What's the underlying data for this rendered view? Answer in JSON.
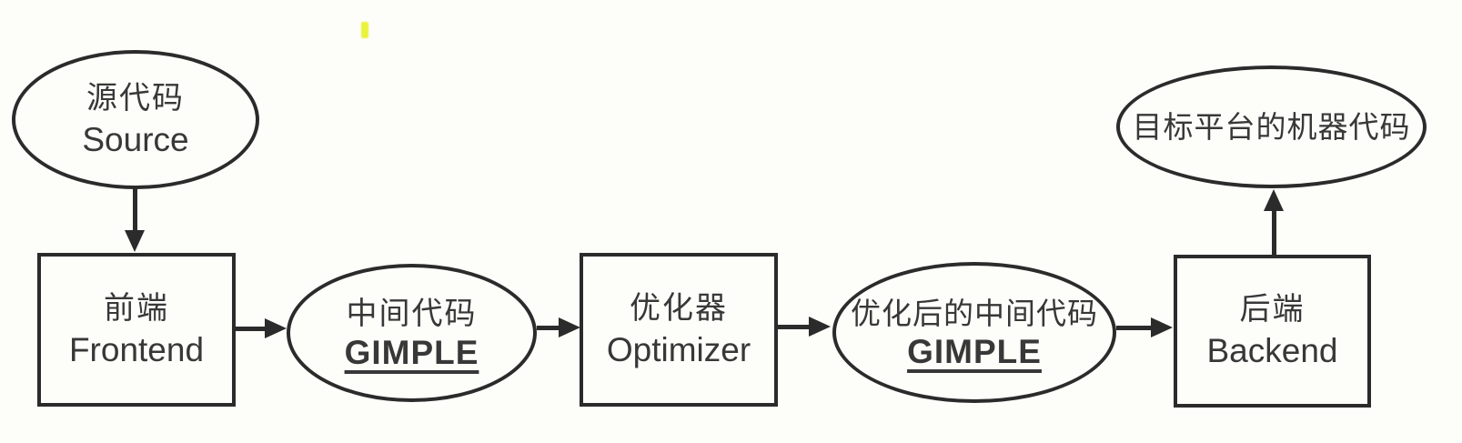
{
  "diagram": {
    "title": "GCC compiler pipeline flowchart",
    "colors": {
      "background": "#fdfdfa",
      "stroke": "#2b2b2b",
      "text": "#383838",
      "highlight_mark": "#eaf239"
    },
    "nodes": {
      "source": {
        "line1": "源代码",
        "line2": "Source"
      },
      "frontend": {
        "line1": "前端",
        "line2": "Frontend"
      },
      "gimple1": {
        "line1": "中间代码",
        "line2": "GIMPLE"
      },
      "optimizer": {
        "line1": "优化器",
        "line2": "Optimizer"
      },
      "gimple2": {
        "line1": "优化后的中间代码",
        "line2": "GIMPLE"
      },
      "backend": {
        "line1": "后端",
        "line2": "Backend"
      },
      "machine_code": {
        "line1": "目标平台的机器代码"
      }
    },
    "edges": [
      {
        "from": "source",
        "to": "frontend",
        "direction": "down"
      },
      {
        "from": "frontend",
        "to": "gimple1",
        "direction": "right"
      },
      {
        "from": "gimple1",
        "to": "optimizer",
        "direction": "right"
      },
      {
        "from": "optimizer",
        "to": "gimple2",
        "direction": "right"
      },
      {
        "from": "gimple2",
        "to": "backend",
        "direction": "right"
      },
      {
        "from": "backend",
        "to": "machine_code",
        "direction": "up"
      }
    ]
  }
}
